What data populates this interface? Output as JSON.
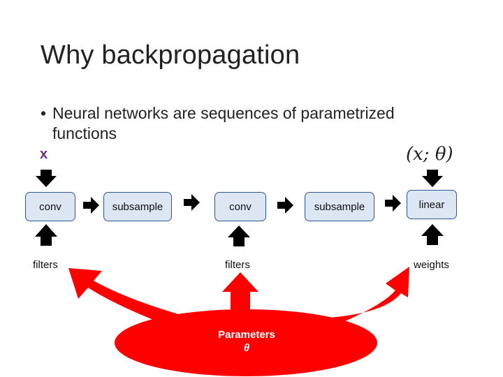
{
  "slide": {
    "title": "Why backpropagation",
    "bullet": "Neural networks are sequences of parametrized functions",
    "input_symbol": "x",
    "formula": "(x; θ)"
  },
  "pipeline": {
    "conv1": "conv",
    "subsample1": "subsample",
    "conv2": "conv",
    "subsample2": "subsample",
    "linear": "linear"
  },
  "params": {
    "filters1": "filters",
    "filters2": "filters",
    "weights": "weights",
    "title": "Parameters",
    "symbol": "θ"
  },
  "colors": {
    "box_border": "#2f5597",
    "box_fill": "#dde6f3",
    "accent_red": "#ff0000",
    "input_purple": "#6a2c8a"
  }
}
